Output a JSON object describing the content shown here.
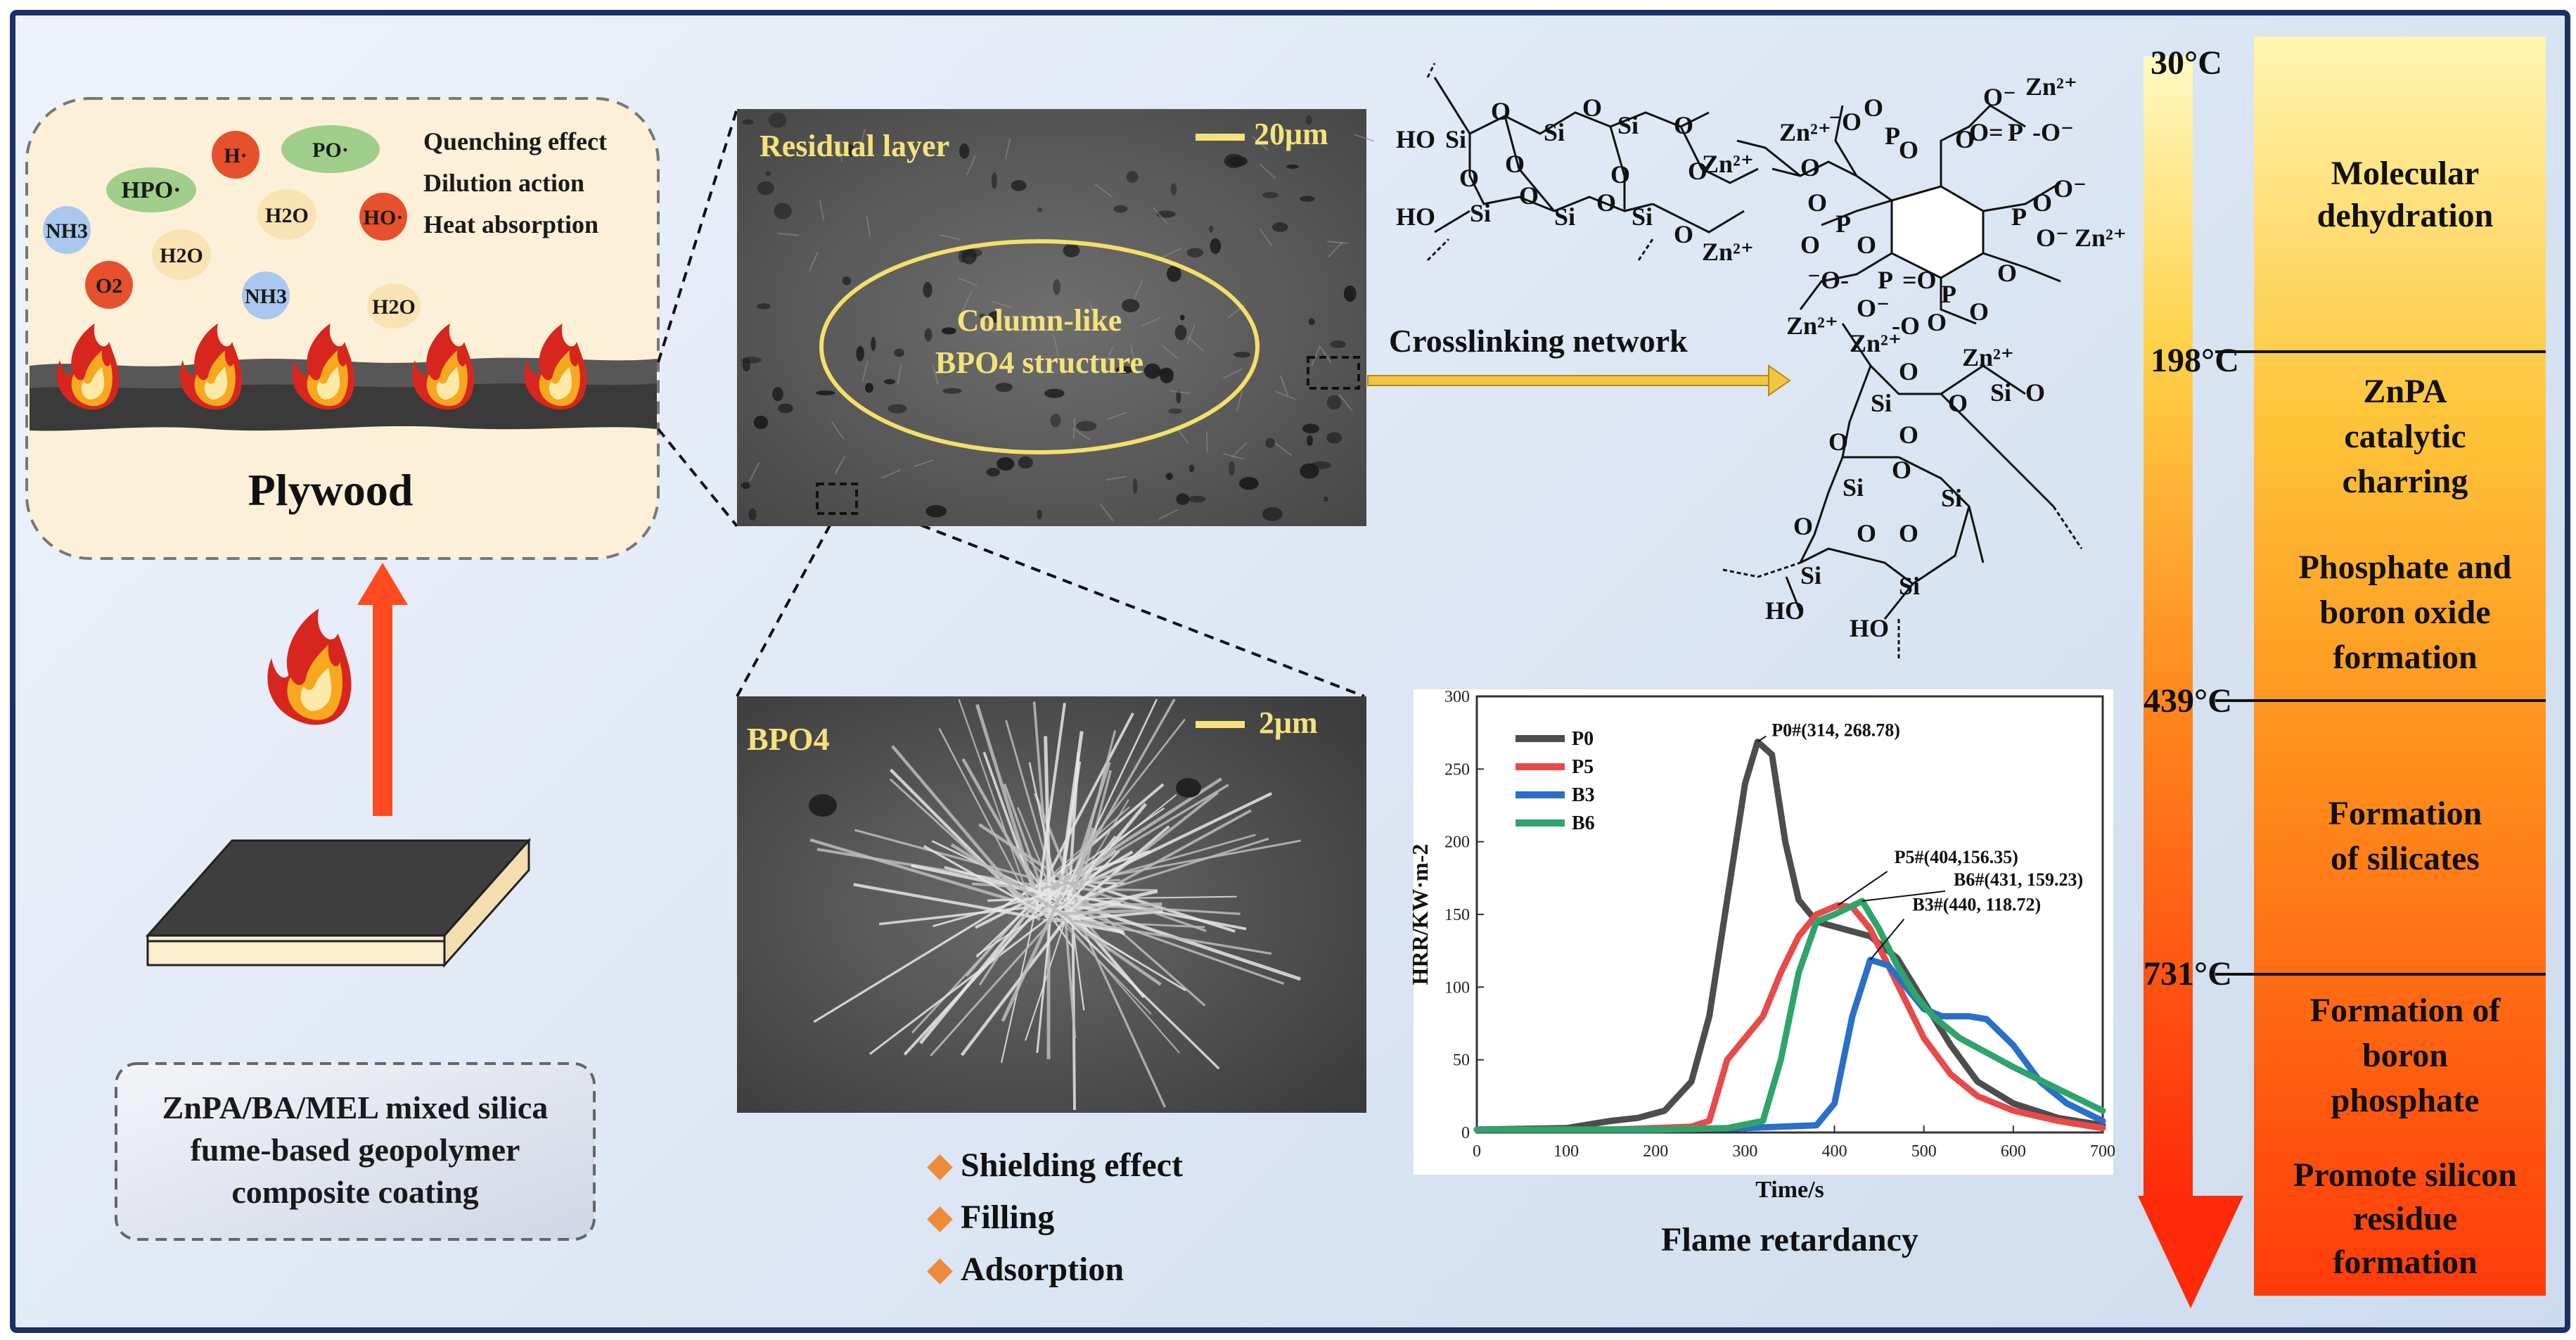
{
  "left_panel": {
    "species": [
      {
        "label": "H·",
        "color": "#e6502c"
      },
      {
        "label": "PO·",
        "color": "#9fcf8a"
      },
      {
        "label": "HPO·",
        "color": "#9fcf8a"
      },
      {
        "label": "NH3",
        "color": "#a9c8ee"
      },
      {
        "label": "H2O",
        "color": "#f9e3b3"
      },
      {
        "label": "H2O",
        "color": "#f9e3b3"
      },
      {
        "label": "HO·",
        "color": "#e6502c"
      },
      {
        "label": "O2",
        "color": "#e6502c"
      },
      {
        "label": "NH3",
        "color": "#a9c8ee"
      },
      {
        "label": "H2O",
        "color": "#f9e3b3"
      }
    ],
    "effects": [
      "Quenching effect",
      "Dilution action",
      "Heat absorption"
    ],
    "substrate_label": "Plywood",
    "coating_label_lines": [
      "ZnPA/BA/MEL mixed silica",
      "fume-based geopolymer",
      "composite coating"
    ]
  },
  "sem_top": {
    "title": "Residual layer",
    "scale": "20μm",
    "ellipse_lines": [
      "Column-like",
      "BPO4 structure"
    ]
  },
  "sem_bottom": {
    "title": "BPO4",
    "scale": "2μm"
  },
  "bullets": [
    "Shielding effect",
    "Filling",
    "Adsorption"
  ],
  "crosslink_label": "Crosslinking network",
  "chart_title": "Flame retardancy",
  "chart_data": {
    "type": "line",
    "xlabel": "Time/s",
    "ylabel": "HRR/KW·m-2",
    "xlim": [
      0,
      700
    ],
    "ylim": [
      0,
      300
    ],
    "xticks": [
      0,
      100,
      200,
      300,
      400,
      500,
      600,
      700
    ],
    "yticks": [
      0,
      50,
      100,
      150,
      200,
      250,
      300
    ],
    "legend_position": "top-left",
    "series": [
      {
        "name": "P0",
        "color": "#4d4d4d",
        "points": [
          [
            0,
            2
          ],
          [
            100,
            3
          ],
          [
            130,
            6
          ],
          [
            150,
            8
          ],
          [
            180,
            10
          ],
          [
            210,
            15
          ],
          [
            240,
            35
          ],
          [
            260,
            80
          ],
          [
            280,
            160
          ],
          [
            300,
            240
          ],
          [
            314,
            268.78
          ],
          [
            330,
            260
          ],
          [
            345,
            200
          ],
          [
            360,
            160
          ],
          [
            380,
            145
          ],
          [
            410,
            140
          ],
          [
            440,
            135
          ],
          [
            470,
            120
          ],
          [
            500,
            90
          ],
          [
            530,
            60
          ],
          [
            560,
            35
          ],
          [
            600,
            20
          ],
          [
            650,
            10
          ],
          [
            700,
            5
          ]
        ]
      },
      {
        "name": "P5",
        "color": "#e84a4a",
        "points": [
          [
            0,
            2
          ],
          [
            100,
            2
          ],
          [
            150,
            2
          ],
          [
            200,
            3
          ],
          [
            240,
            4
          ],
          [
            260,
            8
          ],
          [
            280,
            50
          ],
          [
            300,
            65
          ],
          [
            320,
            80
          ],
          [
            340,
            110
          ],
          [
            360,
            135
          ],
          [
            380,
            150
          ],
          [
            404,
            156.35
          ],
          [
            420,
            155
          ],
          [
            440,
            140
          ],
          [
            460,
            115
          ],
          [
            480,
            90
          ],
          [
            500,
            65
          ],
          [
            530,
            40
          ],
          [
            560,
            25
          ],
          [
            600,
            15
          ],
          [
            650,
            8
          ],
          [
            700,
            3
          ]
        ]
      },
      {
        "name": "B3",
        "color": "#2a6fc9",
        "points": [
          [
            0,
            2
          ],
          [
            200,
            2
          ],
          [
            300,
            3
          ],
          [
            380,
            5
          ],
          [
            400,
            20
          ],
          [
            420,
            80
          ],
          [
            440,
            118.72
          ],
          [
            460,
            115
          ],
          [
            480,
            100
          ],
          [
            500,
            85
          ],
          [
            520,
            80
          ],
          [
            550,
            80
          ],
          [
            570,
            78
          ],
          [
            600,
            60
          ],
          [
            630,
            35
          ],
          [
            660,
            20
          ],
          [
            700,
            8
          ]
        ]
      },
      {
        "name": "B6",
        "color": "#2fa46a",
        "points": [
          [
            0,
            2
          ],
          [
            200,
            2
          ],
          [
            280,
            3
          ],
          [
            320,
            8
          ],
          [
            340,
            50
          ],
          [
            360,
            110
          ],
          [
            380,
            145
          ],
          [
            400,
            150
          ],
          [
            431,
            159.23
          ],
          [
            450,
            140
          ],
          [
            470,
            115
          ],
          [
            490,
            95
          ],
          [
            510,
            80
          ],
          [
            540,
            65
          ],
          [
            570,
            55
          ],
          [
            600,
            45
          ],
          [
            650,
            30
          ],
          [
            700,
            15
          ]
        ]
      }
    ],
    "annotations": [
      {
        "text": "P0#(314, 268.78)"
      },
      {
        "text": "P5#(404,156.35)"
      },
      {
        "text": "B6#(431, 159.23)"
      },
      {
        "text": "B3#(440, 118.72)"
      }
    ]
  },
  "temperature_scale": {
    "labels": [
      "30°C",
      "198°C",
      "439°C",
      "731°C"
    ],
    "stages": [
      {
        "lines": [
          "Molecular",
          "dehydration"
        ]
      },
      {
        "lines": [
          "ZnPA",
          "catalytic",
          "charring"
        ]
      },
      {
        "lines": [
          "Phosphate and",
          "boron oxide",
          "formation"
        ]
      },
      {
        "lines": [
          "Formation",
          "of silicates"
        ]
      },
      {
        "lines": [
          "Formation of",
          "boron",
          "phosphate"
        ]
      },
      {
        "lines": [
          "Promote silicon",
          "residue",
          "formation"
        ]
      }
    ]
  }
}
